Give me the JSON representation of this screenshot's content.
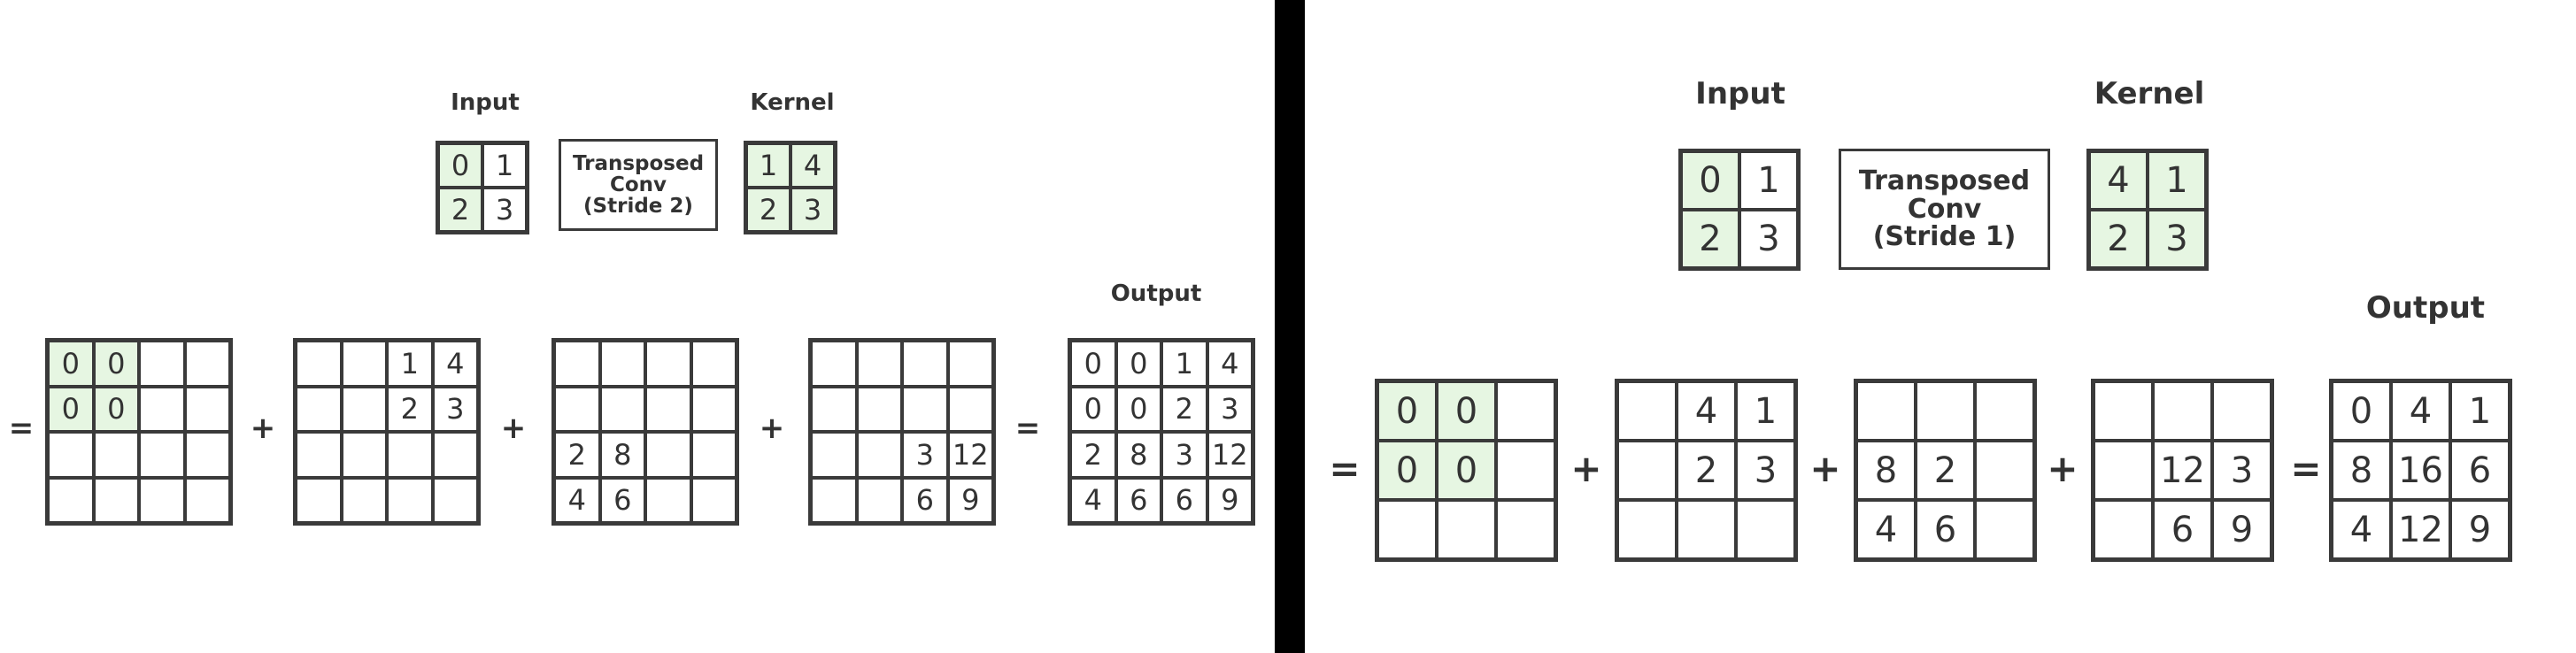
{
  "colors": {
    "highlight": "#e6f6e2",
    "border": "#3a3a3a",
    "text": "#333333",
    "divider": "#000000"
  },
  "left": {
    "input_label": "Input",
    "kernel_label": "Kernel",
    "op_box": [
      "Transposed",
      "Conv",
      "(Stride 2)"
    ],
    "output_label": "Output",
    "input": {
      "cells": [
        [
          "0",
          "1"
        ],
        [
          "2",
          "3"
        ]
      ],
      "hl": [
        [
          1,
          0
        ],
        [
          1,
          0
        ]
      ]
    },
    "kernel": {
      "cells": [
        [
          "1",
          "4"
        ],
        [
          "2",
          "3"
        ]
      ],
      "hl": [
        [
          1,
          1
        ],
        [
          1,
          1
        ]
      ]
    },
    "operators": [
      "=",
      "+",
      "+",
      "+",
      "="
    ],
    "partials": [
      {
        "cells": [
          [
            "0",
            "0",
            "",
            ""
          ],
          [
            "0",
            "0",
            "",
            ""
          ],
          [
            "",
            "",
            "",
            ""
          ],
          [
            "",
            "",
            "",
            ""
          ]
        ],
        "hl": [
          [
            1,
            1,
            0,
            0
          ],
          [
            1,
            1,
            0,
            0
          ],
          [
            0,
            0,
            0,
            0
          ],
          [
            0,
            0,
            0,
            0
          ]
        ]
      },
      {
        "cells": [
          [
            "",
            "",
            "1",
            "4"
          ],
          [
            "",
            "",
            "2",
            "3"
          ],
          [
            "",
            "",
            "",
            ""
          ],
          [
            "",
            "",
            "",
            ""
          ]
        ],
        "hl": [
          [
            0,
            0,
            0,
            0
          ],
          [
            0,
            0,
            0,
            0
          ],
          [
            0,
            0,
            0,
            0
          ],
          [
            0,
            0,
            0,
            0
          ]
        ]
      },
      {
        "cells": [
          [
            "",
            "",
            "",
            ""
          ],
          [
            "",
            "",
            "",
            ""
          ],
          [
            "2",
            "8",
            "",
            ""
          ],
          [
            "4",
            "6",
            "",
            ""
          ]
        ],
        "hl": [
          [
            0,
            0,
            0,
            0
          ],
          [
            0,
            0,
            0,
            0
          ],
          [
            0,
            0,
            0,
            0
          ],
          [
            0,
            0,
            0,
            0
          ]
        ]
      },
      {
        "cells": [
          [
            "",
            "",
            "",
            ""
          ],
          [
            "",
            "",
            "",
            ""
          ],
          [
            "",
            "",
            "3",
            "12"
          ],
          [
            "",
            "",
            "6",
            "9"
          ]
        ],
        "hl": [
          [
            0,
            0,
            0,
            0
          ],
          [
            0,
            0,
            0,
            0
          ],
          [
            0,
            0,
            0,
            0
          ],
          [
            0,
            0,
            0,
            0
          ]
        ]
      }
    ],
    "output": {
      "cells": [
        [
          "0",
          "0",
          "1",
          "4"
        ],
        [
          "0",
          "0",
          "2",
          "3"
        ],
        [
          "2",
          "8",
          "3",
          "12"
        ],
        [
          "4",
          "6",
          "6",
          "9"
        ]
      ],
      "hl": [
        [
          0,
          0,
          0,
          0
        ],
        [
          0,
          0,
          0,
          0
        ],
        [
          0,
          0,
          0,
          0
        ],
        [
          0,
          0,
          0,
          0
        ]
      ]
    }
  },
  "right": {
    "input_label": "Input",
    "kernel_label": "Kernel",
    "op_box": [
      "Transposed",
      "Conv",
      "(Stride 1)"
    ],
    "output_label": "Output",
    "input": {
      "cells": [
        [
          "0",
          "1"
        ],
        [
          "2",
          "3"
        ]
      ],
      "hl": [
        [
          1,
          0
        ],
        [
          1,
          0
        ]
      ]
    },
    "kernel": {
      "cells": [
        [
          "4",
          "1"
        ],
        [
          "2",
          "3"
        ]
      ],
      "hl": [
        [
          1,
          1
        ],
        [
          1,
          1
        ]
      ]
    },
    "operators": [
      "=",
      "+",
      "+",
      "+",
      "="
    ],
    "partials": [
      {
        "cells": [
          [
            "0",
            "0",
            ""
          ],
          [
            "0",
            "0",
            ""
          ],
          [
            "",
            "",
            ""
          ]
        ],
        "hl": [
          [
            1,
            1,
            0
          ],
          [
            1,
            1,
            0
          ],
          [
            0,
            0,
            0
          ]
        ]
      },
      {
        "cells": [
          [
            "",
            "4",
            "1"
          ],
          [
            "",
            "2",
            "3"
          ],
          [
            "",
            "",
            ""
          ]
        ],
        "hl": [
          [
            0,
            0,
            0
          ],
          [
            0,
            0,
            0
          ],
          [
            0,
            0,
            0
          ]
        ]
      },
      {
        "cells": [
          [
            "",
            "",
            ""
          ],
          [
            "8",
            "2",
            ""
          ],
          [
            "4",
            "6",
            ""
          ]
        ],
        "hl": [
          [
            0,
            0,
            0
          ],
          [
            0,
            0,
            0
          ],
          [
            0,
            0,
            0
          ]
        ]
      },
      {
        "cells": [
          [
            "",
            "",
            ""
          ],
          [
            "",
            "12",
            "3"
          ],
          [
            "",
            "6",
            "9"
          ]
        ],
        "hl": [
          [
            0,
            0,
            0
          ],
          [
            0,
            0,
            0
          ],
          [
            0,
            0,
            0
          ]
        ]
      }
    ],
    "output": {
      "cells": [
        [
          "0",
          "4",
          "1"
        ],
        [
          "8",
          "16",
          "6"
        ],
        [
          "4",
          "12",
          "9"
        ]
      ],
      "hl": [
        [
          0,
          0,
          0
        ],
        [
          0,
          0,
          0
        ],
        [
          0,
          0,
          0
        ]
      ]
    }
  }
}
